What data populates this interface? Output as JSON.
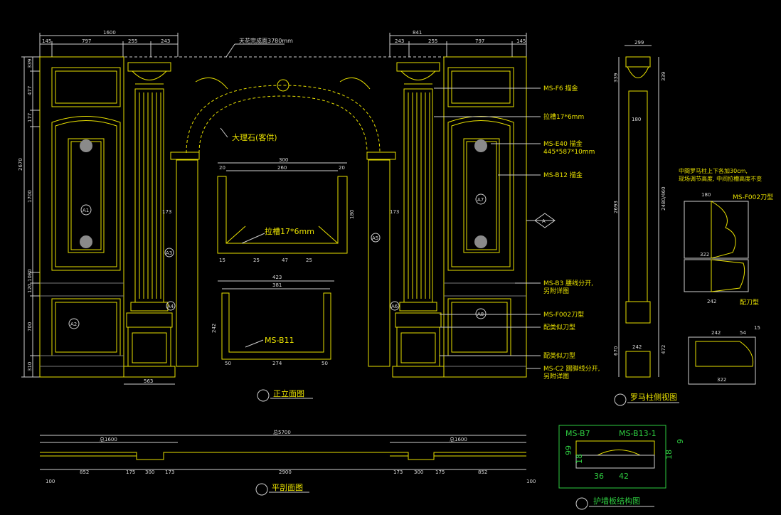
{
  "top_dims": {
    "left_total": "1600",
    "left_a": "145",
    "left_b": "797",
    "left_c": "255",
    "left_d": "243",
    "right_total": "841",
    "right_a": "243",
    "right_b": "255",
    "right_c": "797",
    "right_d": "145",
    "side_w": "299"
  },
  "left_vdims": [
    "339",
    "477",
    "177",
    "1700",
    "1080",
    "120",
    "700",
    "310"
  ],
  "left_vtotal": "2670",
  "arch_dims": {
    "w300": "300",
    "w260": "260",
    "w20a": "20",
    "w20b": "20",
    "h180": "180",
    "b15": "15",
    "b25a": "25",
    "b47": "47",
    "b25b": "25",
    "w423": "423",
    "w381": "381",
    "h242": "242",
    "b50a": "50",
    "b274": "274",
    "b50b": "50",
    "p173a": "173",
    "p173b": "173",
    "col563": "563"
  },
  "side_dims": {
    "d339a": "339",
    "d339b": "339",
    "d180": "180",
    "d2693": "2693",
    "d2480": "2480/460",
    "d670": "670",
    "d242": "242",
    "d472": "472"
  },
  "callouts": {
    "ceiling": "天花完成面3780mm",
    "marble": "大理石(客供)",
    "groove_mid": "拉槽17*6mm",
    "f6": "MS-F6 描金",
    "groove_right": "拉槽17*6mm",
    "e40_a": "MS-E40 描金",
    "e40_b": "445*587*10mm",
    "b12": "MS-B12 描金",
    "b3_a": "MS-B3 腰线分开,",
    "b3_b": "另附详图",
    "f002": "MS-F002刀型",
    "cap1": "配类似刀型",
    "cap2": "配类似刀型",
    "c2_a": "MS-C2 踢脚线分开,",
    "c2_b": "另附详图",
    "b11": "MS-B11",
    "side_note_a": "中間罗马柱上下各加30cm,",
    "side_note_b": "现场调节高度, 中间拉槽高度不变",
    "side_f002": "MS-F002刀型",
    "side_blade": "配刀型",
    "side_180": "180",
    "side_322": "322",
    "side_242": "242",
    "side_242b": "242",
    "side_54": "54",
    "side_15": "15",
    "side_322b": "322"
  },
  "labels": {
    "a1": "A1",
    "a2": "A2",
    "a3": "A3",
    "a4": "A4",
    "a5": "A5",
    "a6": "A6",
    "a7": "A7",
    "a8": "A8",
    "sec": "A"
  },
  "titles": {
    "front": "正立面图",
    "plan": "平剖面图",
    "side": "罗马柱侧视图",
    "detail": "护墙板结构图"
  },
  "plan_dims": {
    "total": "总5700",
    "left": "总1600",
    "right": "总1600",
    "d852a": "852",
    "d175a": "175",
    "d300a": "300",
    "d173a": "173",
    "d2900": "2900",
    "d173b": "173",
    "d300b": "300",
    "d175b": "175",
    "d852b": "852",
    "d100a": "100",
    "d100b": "100"
  },
  "detail": {
    "b7": "MS-B7",
    "b13": "MS-B13-1",
    "d36": "36",
    "d42": "42",
    "d9": "9",
    "d18a": "18",
    "d18b": "18",
    "d99": "99"
  },
  "colors": {
    "yellow": "#e8e000",
    "white": "#cfcfcf",
    "green": "#2ecc40",
    "bg": "#000000"
  }
}
